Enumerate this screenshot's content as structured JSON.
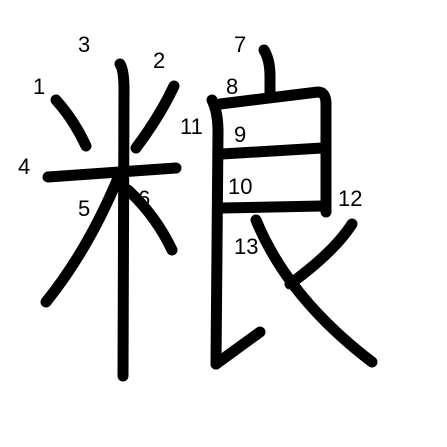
{
  "character": "粮",
  "stroke_color": "#000000",
  "background_color": "#ffffff",
  "stroke_numbers": [
    "1",
    "2",
    "3",
    "4",
    "5",
    "6",
    "7",
    "8",
    "9",
    "10",
    "11",
    "12",
    "13"
  ]
}
